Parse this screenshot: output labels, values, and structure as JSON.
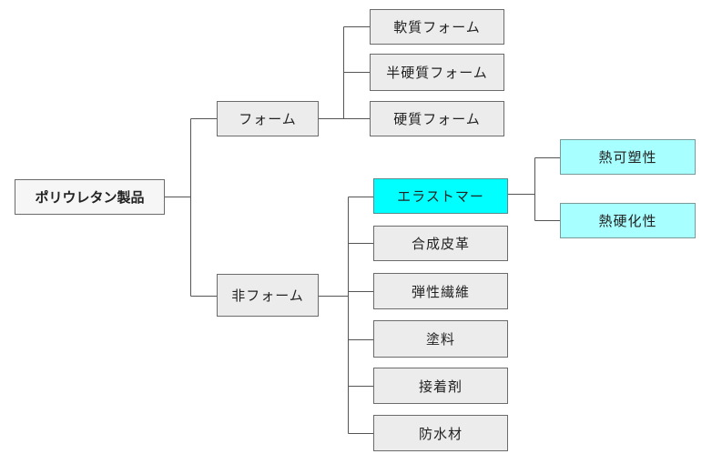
{
  "root": {
    "label": "ポリウレタン製品"
  },
  "foam": {
    "label": "フォーム",
    "children": [
      {
        "label": "軟質フォーム"
      },
      {
        "label": "半硬質フォーム"
      },
      {
        "label": "硬質フォーム"
      }
    ]
  },
  "nonfoam": {
    "label": "非フォーム",
    "children": [
      {
        "label": "エラストマー",
        "children": [
          {
            "label": "熱可塑性"
          },
          {
            "label": "熱硬化性"
          }
        ]
      },
      {
        "label": "合成皮革"
      },
      {
        "label": "弾性繊維"
      },
      {
        "label": "塗料"
      },
      {
        "label": "接着剤"
      },
      {
        "label": "防水材"
      }
    ]
  },
  "colors": {
    "node_fill": "#ececec",
    "highlight_fill": "#00ffff",
    "subhighlight_fill": "#a8ffff",
    "line": "#555555"
  }
}
